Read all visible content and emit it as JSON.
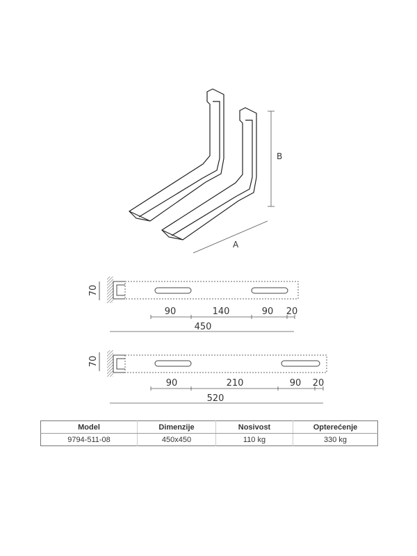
{
  "drawing": {
    "dim_labels": {
      "a": "A",
      "b": "B"
    },
    "profile_450": {
      "height": "70",
      "segments": [
        "90",
        "140",
        "90",
        "20"
      ],
      "total": "450"
    },
    "profile_520": {
      "height": "70",
      "segments": [
        "90",
        "210",
        "90",
        "20"
      ],
      "total": "520"
    }
  },
  "table": {
    "headers": [
      "Model",
      "Dimenzije",
      "Nosivost",
      "Opterećenje"
    ],
    "row": [
      "9794-511-08",
      "450x450",
      "110 kg",
      "330 kg"
    ]
  }
}
